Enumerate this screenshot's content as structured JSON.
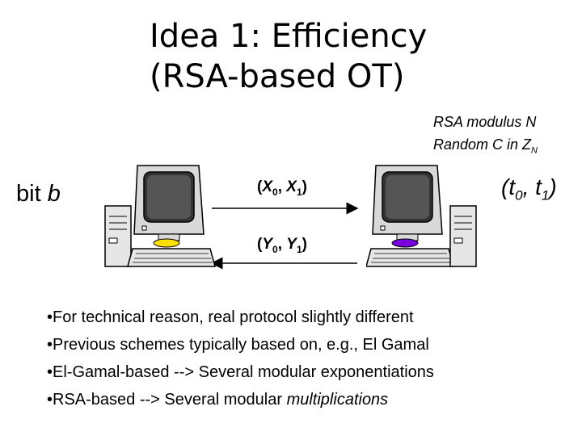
{
  "title": {
    "line1": "Idea 1: Efficiency",
    "line2": "(RSA-based OT)"
  },
  "rsa_params": {
    "line1": "RSA modulus N",
    "line2_prefix": "Random C in Z",
    "line2_sub": "N"
  },
  "receiver": {
    "label_prefix": "bit ",
    "label_var": "b",
    "mouse_color": "#ffe000",
    "icon": "computer-icon"
  },
  "sender": {
    "output_open": "(t",
    "output_sub0": "0",
    "output_mid": ", t",
    "output_sub1": "1",
    "output_close": ")",
    "mouse_color": "#7700dd",
    "icon": "computer-icon"
  },
  "messages": {
    "forward": {
      "open": "(",
      "v0": "X",
      "s0": "0",
      "sep": ", ",
      "v1": "X",
      "s1": "1",
      "close": ")"
    },
    "backward": {
      "open": "(",
      "v0": "Y",
      "s0": "0",
      "sep": ", ",
      "v1": "Y",
      "s1": "1",
      "close": ")"
    }
  },
  "bullets": [
    {
      "text": "•For technical reason, real protocol slightly different"
    },
    {
      "text": "•Previous schemes typically based on, e.g., El Gamal"
    },
    {
      "text": "•El-Gamal-based --> Several modular exponentiations"
    },
    {
      "text_plain": "•RSA-based --> Several modular ",
      "text_italic": "multiplications"
    }
  ]
}
